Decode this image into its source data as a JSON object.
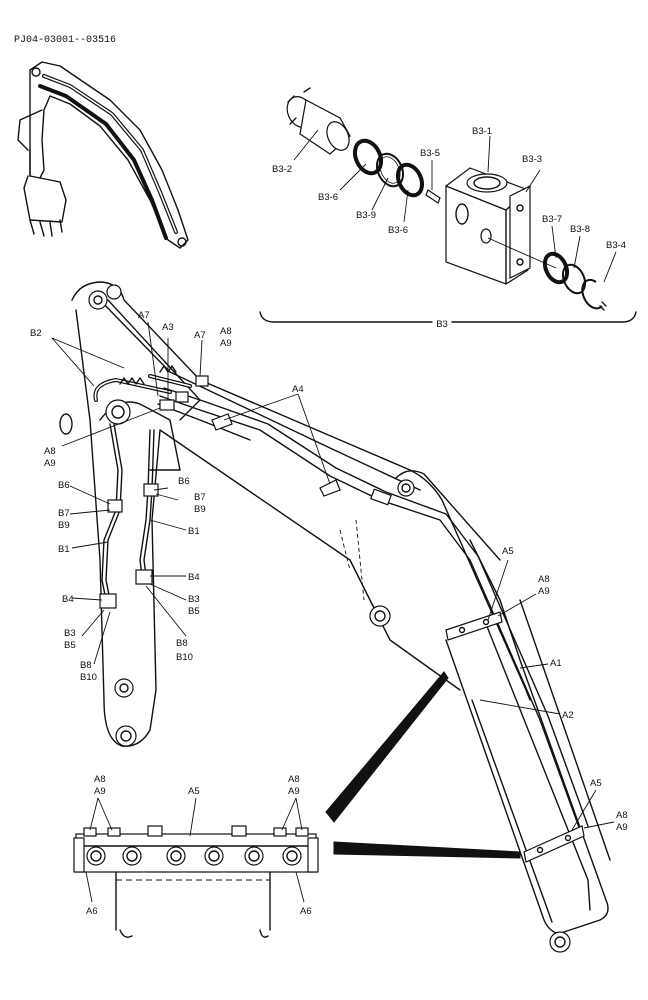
{
  "document_code": "PJ04-03001--03516",
  "group_label": "B3",
  "labels": {
    "A1": "A1",
    "A2": "A2",
    "A3": "A3",
    "A4": "A4",
    "A5": "A5",
    "A6": "A6",
    "A7": "A7",
    "A8": "A8",
    "A9": "A9",
    "B1": "B1",
    "B2": "B2",
    "B3": "B3",
    "B4": "B4",
    "B5": "B5",
    "B6": "B6",
    "B7": "B7",
    "B8": "B8",
    "B9": "B9",
    "B10": "B10",
    "B3_1": "B3-1",
    "B3_2": "B3-2",
    "B3_3": "B3-3",
    "B3_4": "B3-4",
    "B3_5": "B3-5",
    "B3_6": "B3-6",
    "B3_7": "B3-7",
    "B3_8": "B3-8",
    "B3_9": "B3-9"
  },
  "colors": {
    "ink": "#111111",
    "paper": "#ffffff"
  }
}
